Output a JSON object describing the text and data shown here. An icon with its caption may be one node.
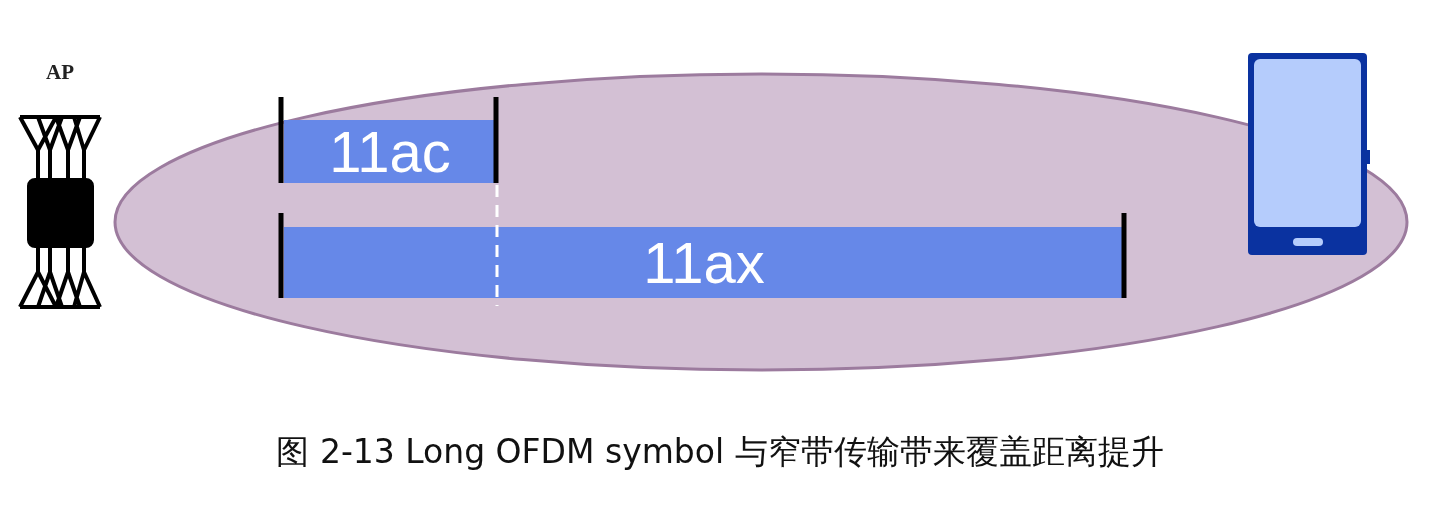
{
  "diagram": {
    "caption": "图 2-13 Long OFDM symbol 与窄带传输带来覆盖距离提升",
    "nodes": [
      {
        "text": [
          "11ac"
        ]
      },
      {
        "text": [
          "11ax"
        ]
      }
    ],
    "labels": [
      "AP"
    ]
  }
}
